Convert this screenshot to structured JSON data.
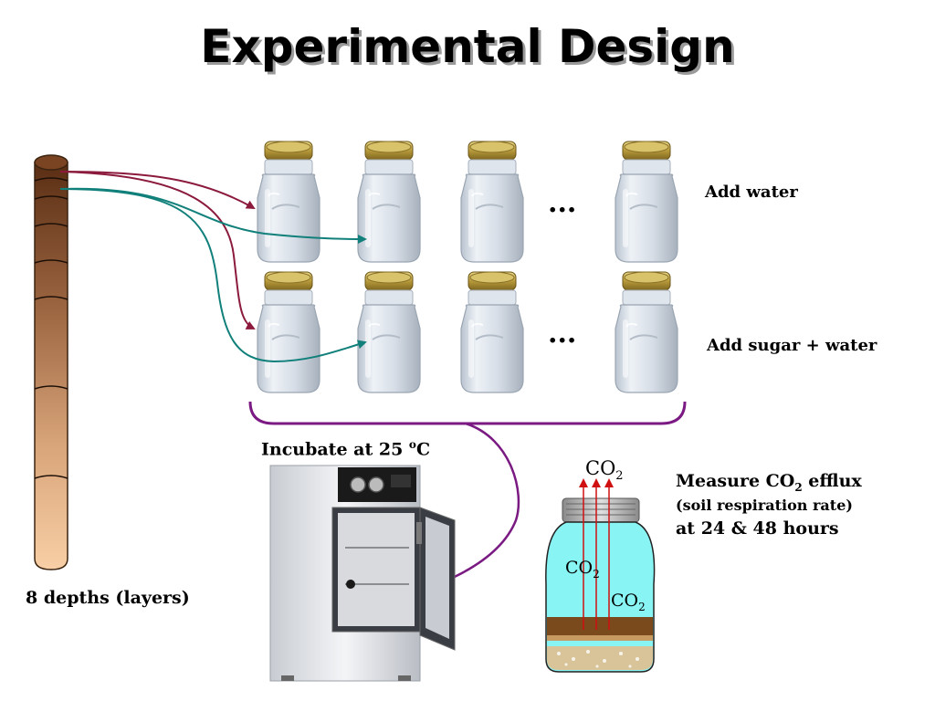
{
  "title": "Experimental Design",
  "core": {
    "label": "8 depths (layers)"
  },
  "jars": {
    "ellipsis": "...",
    "row1_label": "Add water",
    "row2_label": "Add sugar + water"
  },
  "incubate": {
    "prefix": "Incubate at 25 ",
    "sup": "o",
    "suffix": "C"
  },
  "measure": {
    "line1_prefix": "Measure CO",
    "line1_sub": "2",
    "line1_suffix": " efflux",
    "line2": "(soil respiration rate)",
    "line3": "at 24 & 48 hours"
  },
  "co2": {
    "main": "CO",
    "sub": "2"
  },
  "colors": {
    "arrow_red": "#8b1a3c",
    "arrow_teal": "#11807a",
    "bracket_purple": "#7a1a82",
    "jar_water": "#88f4f4",
    "co2_arrow": "#d01010"
  }
}
